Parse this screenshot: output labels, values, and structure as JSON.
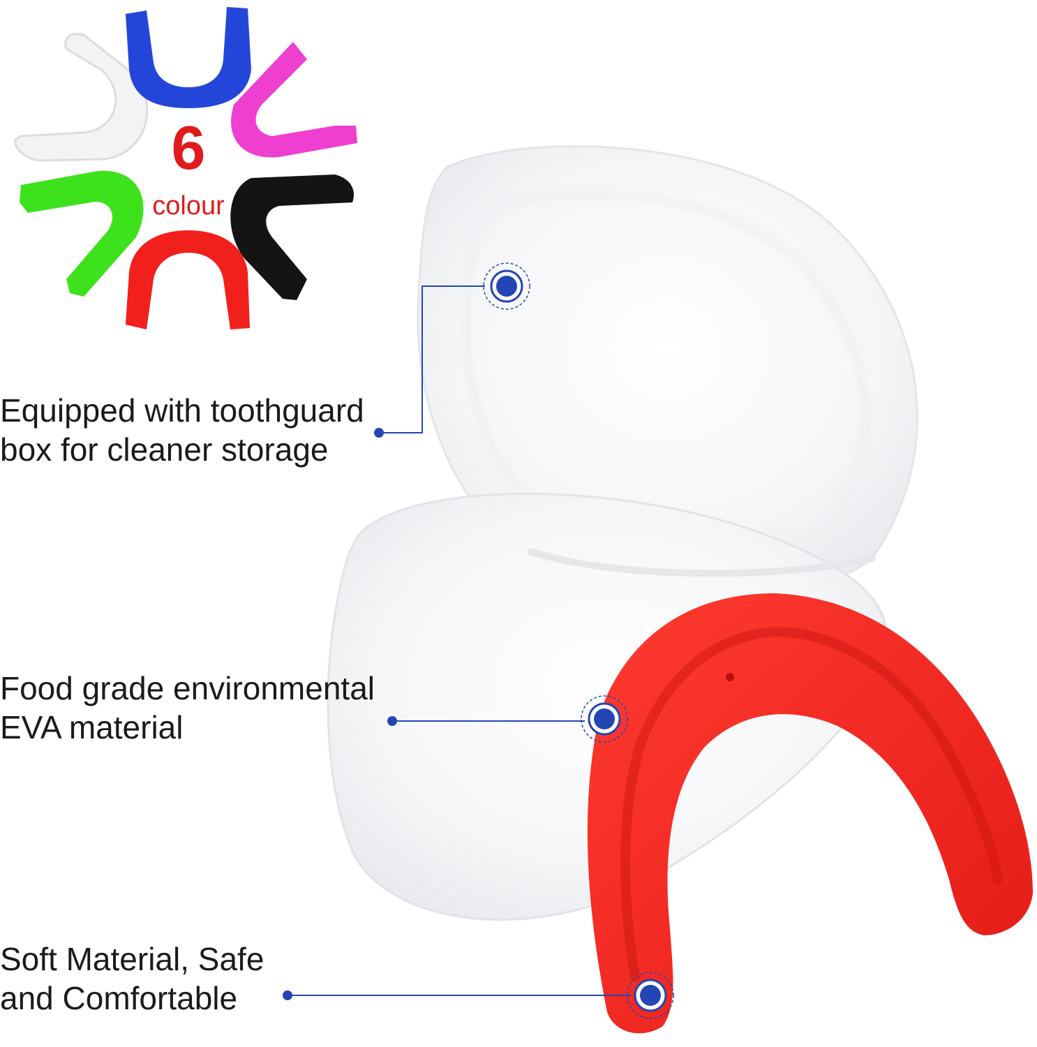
{
  "colors": {
    "accent": "#2446b4",
    "badge_text": "#e01b1b",
    "guard_white": "#f3f3f3",
    "guard_blue": "#2446d8",
    "guard_pink": "#ee3fd0",
    "guard_green": "#3ee21c",
    "guard_red": "#f2201c",
    "guard_black": "#141414",
    "case": "#f4f5f7"
  },
  "badge": {
    "number": "6",
    "word": "colour"
  },
  "callouts": [
    {
      "line1": "Equipped with toothguard",
      "line2": "box for cleaner storage"
    },
    {
      "line1": "Food grade environmental",
      "line2": "EVA material"
    },
    {
      "line1": "Soft Material, Safe",
      "line2": "and Comfortable"
    }
  ]
}
